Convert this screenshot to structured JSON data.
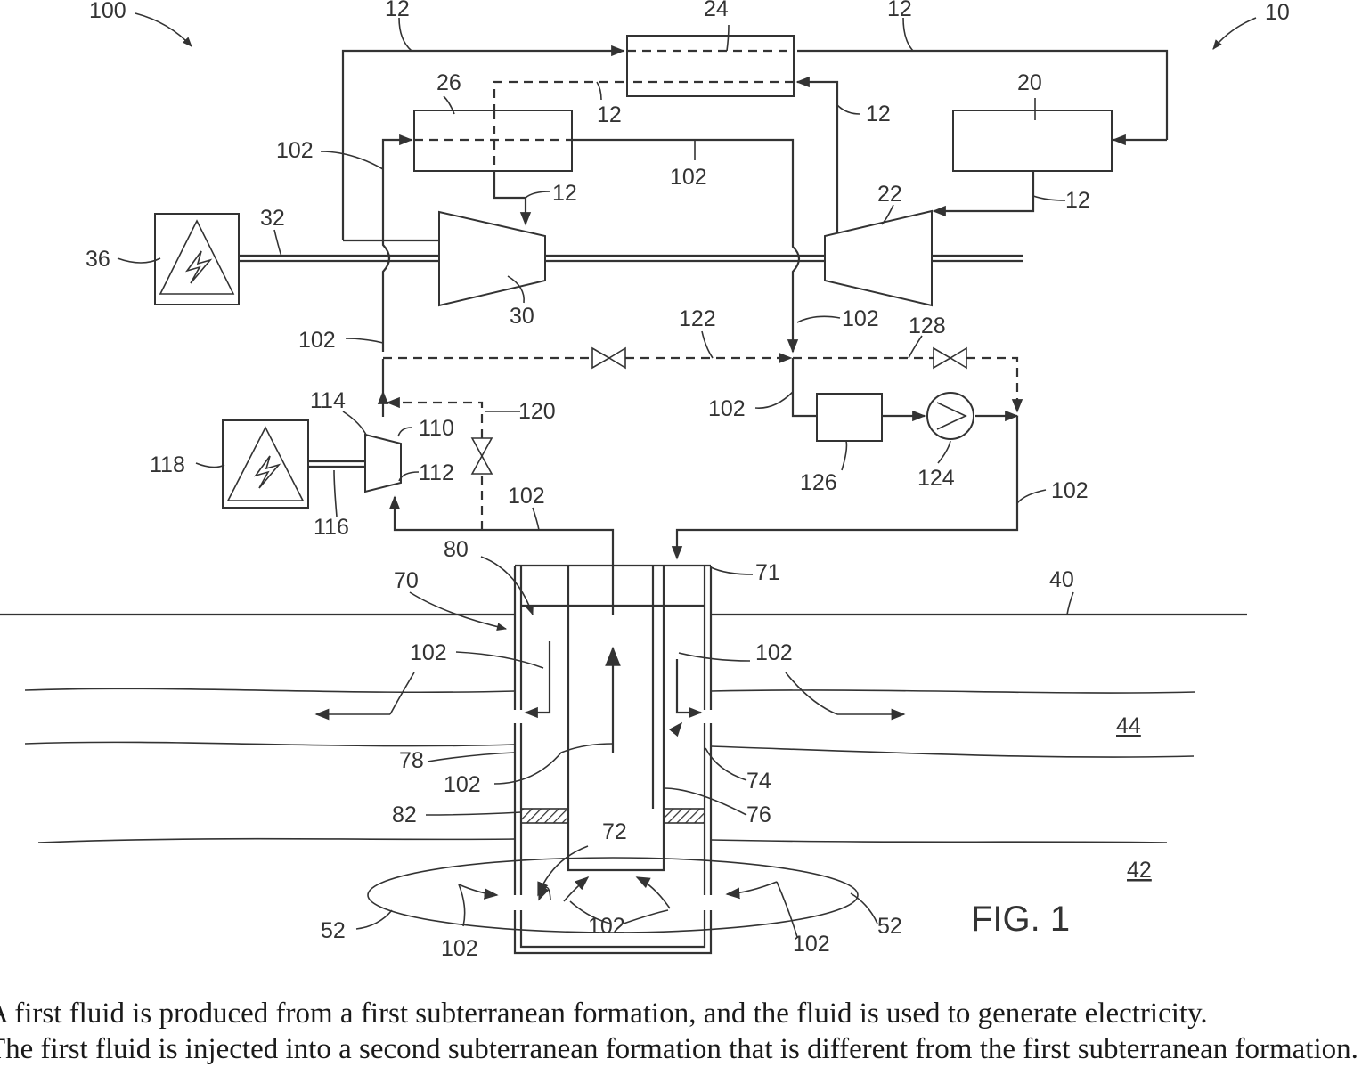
{
  "labels": {
    "l100": "100",
    "l10": "10",
    "l12a": "12",
    "l24": "24",
    "l12b": "12",
    "l26": "26",
    "l12c": "12",
    "l12d": "12",
    "l20": "20",
    "l102a": "102",
    "l102b": "102",
    "l12e": "12",
    "l22": "22",
    "l12f": "12",
    "l36": "36",
    "l32": "32",
    "l30": "30",
    "l102c": "102",
    "l102d": "102",
    "l122": "122",
    "l128": "128",
    "l114": "114",
    "l110": "110",
    "l120": "120",
    "l118": "118",
    "l112": "112",
    "l102e": "102",
    "l126": "126",
    "l124": "124",
    "l102f": "102",
    "l116": "116",
    "l102g": "102",
    "l80": "80",
    "l71": "71",
    "l70": "70",
    "l40": "40",
    "l102h": "102",
    "l102i": "102",
    "l44": "44",
    "l78": "78",
    "l102j": "102",
    "l74": "74",
    "l82": "82",
    "l76": "76",
    "l72": "72",
    "l42": "42",
    "l52a": "52",
    "l102k": "102",
    "l102l": "102",
    "l102m": "102",
    "l52b": "52"
  },
  "figure_title": "FIG. 1",
  "caption": {
    "line1": "A first fluid is produced from a first subterranean formation, and the fluid is used to generate electricity.",
    "line2": "The first fluid is injected into a second subterranean formation that is different from the first subterranean formation."
  }
}
